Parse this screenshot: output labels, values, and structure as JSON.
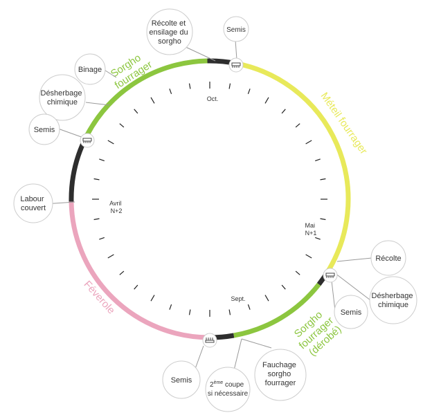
{
  "colors": {
    "sorgho": "#8cc63f",
    "meteil": "#e8e95a",
    "feverole": "#eba5bd",
    "sol_nu": "#2e2e2e",
    "tick": "#222222",
    "bubble_border": "#cccccc",
    "leader": "#999999"
  },
  "crops": {
    "sorgho_principal": [
      "Sorgho",
      "fourrager"
    ],
    "meteil": "Méteil fourrager",
    "sorgho_derobe": [
      "Sorgho",
      "fourrager",
      "(dérobé)"
    ],
    "feverole": "Féverole"
  },
  "months": {
    "oct": "Oct.",
    "mai": [
      "Mai",
      "N+1"
    ],
    "sept": "Sept.",
    "avril": [
      "Avril",
      "N+2"
    ]
  },
  "bubbles": {
    "recolte_ensilage": [
      "Récolte et",
      "ensilage du",
      "sorgho"
    ],
    "semis_top": "Semis",
    "binage": "Binage",
    "desherbage_top": [
      "Désherbage",
      "chimique"
    ],
    "semis_left": "Semis",
    "labour": [
      "Labour",
      "couvert"
    ],
    "recolte": "Récolte",
    "desherbage_right": [
      "Désherbage",
      "chimique"
    ],
    "semis_right": "Semis",
    "fauchage": [
      "Fauchage",
      "sorgho",
      "fourrager"
    ],
    "deuxieme_coupe": [
      "2",
      "ème",
      " coupe",
      "si nécessaire"
    ],
    "semis_bottom": "Semis"
  },
  "icons": {
    "markers": [
      "drill-icon",
      "drill-icon",
      "drill-icon",
      "mower-icon"
    ]
  }
}
